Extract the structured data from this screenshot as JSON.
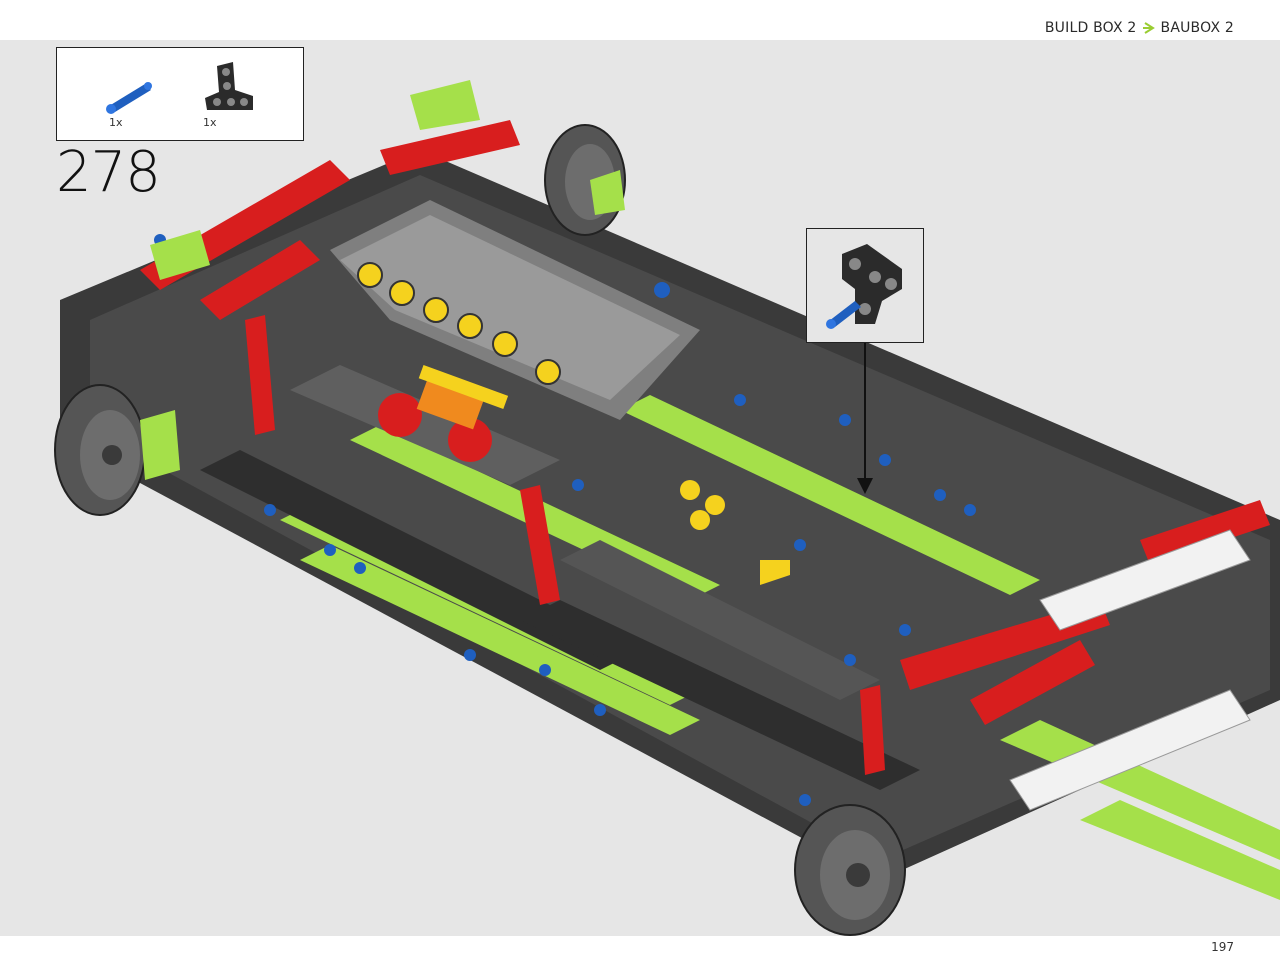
{
  "header": {
    "crumb_en": "BUILD BOX 2",
    "crumb_de": "BAUBOX 2",
    "accent": "#9acd32"
  },
  "step": {
    "number": "278"
  },
  "parts": [
    {
      "name": "blue-axle-pin-icon",
      "qty": "1x",
      "color": "#1f5fbf"
    },
    {
      "name": "black-l-beam-icon",
      "qty": "1x",
      "color": "#2b2b2b"
    }
  ],
  "callout": {
    "parts": [
      "black-l-beam-icon",
      "blue-axle-pin-icon"
    ]
  },
  "footer": {
    "page_number": "197"
  },
  "colors": {
    "background": "#e6e6e6",
    "lime": "#a5e04a",
    "red": "#d81e1e",
    "dark_gray": "#3a3a3a",
    "mid_gray": "#8c8c8c",
    "yellow": "#f5d21e",
    "blue": "#1f5fbf",
    "orange": "#f08a1e",
    "white_beam": "#f2f2f2"
  }
}
